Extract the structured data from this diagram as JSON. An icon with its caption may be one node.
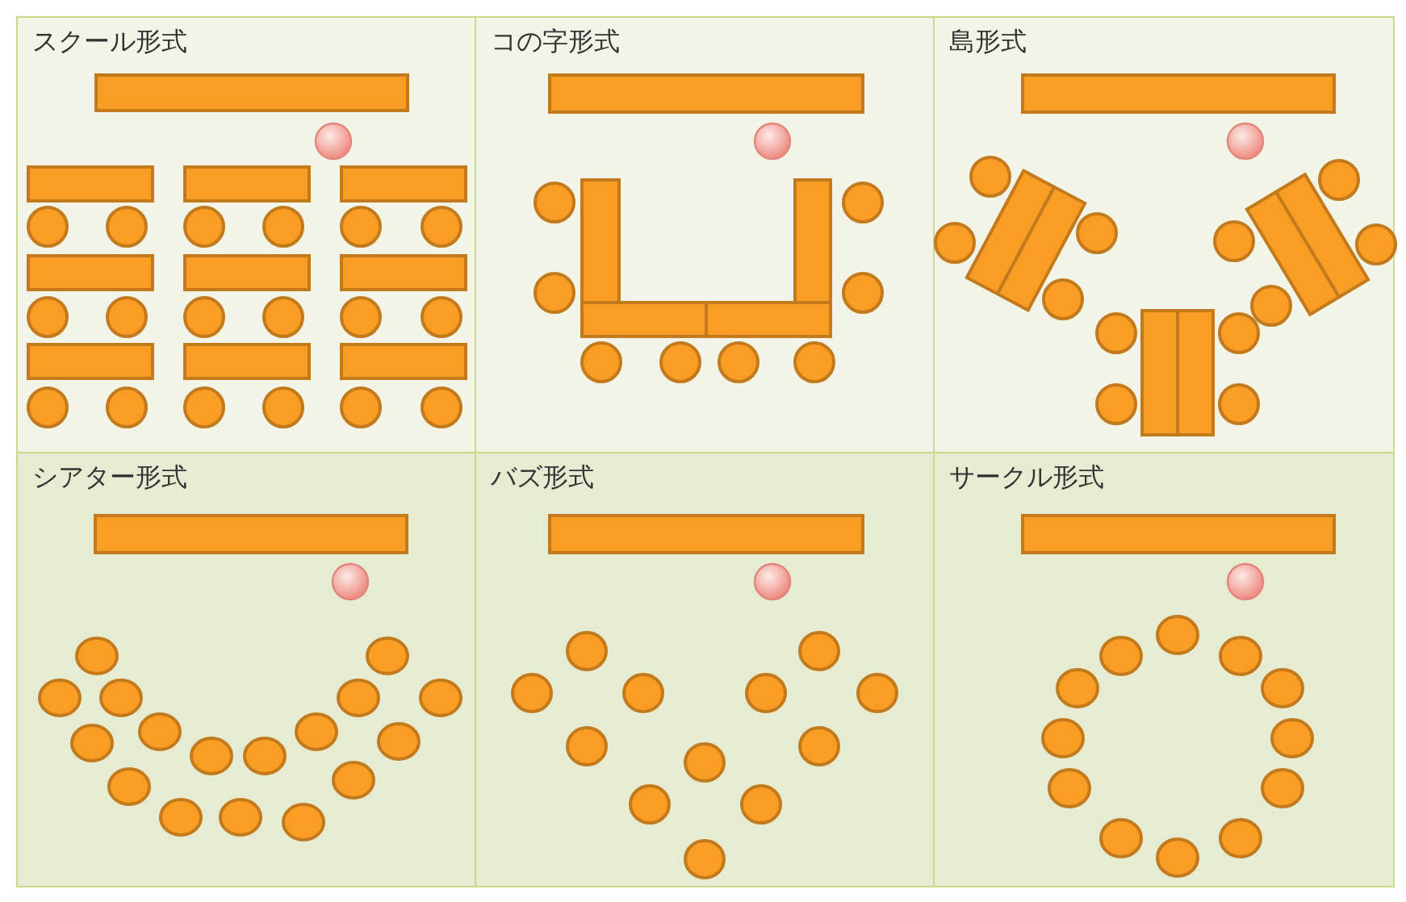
{
  "diagram": {
    "nodes": [
      {
        "text": [
          "スクール形式"
        ]
      },
      {
        "text": [
          "コの字形式"
        ]
      },
      {
        "text": [
          "島形式"
        ]
      },
      {
        "text": [
          "シアター形式"
        ]
      },
      {
        "text": [
          "バズ形式"
        ]
      },
      {
        "text": [
          "サークル形式"
        ]
      }
    ]
  }
}
